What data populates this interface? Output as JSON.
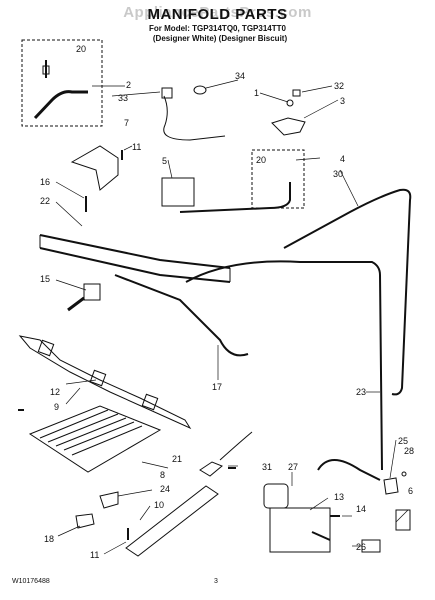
{
  "header": {
    "watermark": "AppliancePartsPros.com",
    "title": "MANIFOLD PARTS",
    "models": "For Model: TGP314TQ0, TGP314TT0",
    "finishes": "(Designer White) (Designer Biscuit)"
  },
  "footer": {
    "doc_number": "W10176488",
    "page_number": "3"
  },
  "callouts": [
    "20",
    "2",
    "33",
    "34",
    "1",
    "32",
    "3",
    "7",
    "11",
    "5",
    "20",
    "4",
    "16",
    "30",
    "22",
    "15",
    "17",
    "12",
    "9",
    "23",
    "25",
    "28",
    "21",
    "31",
    "27",
    "8",
    "24",
    "6",
    "10",
    "13",
    "14",
    "26",
    "18",
    "11"
  ]
}
